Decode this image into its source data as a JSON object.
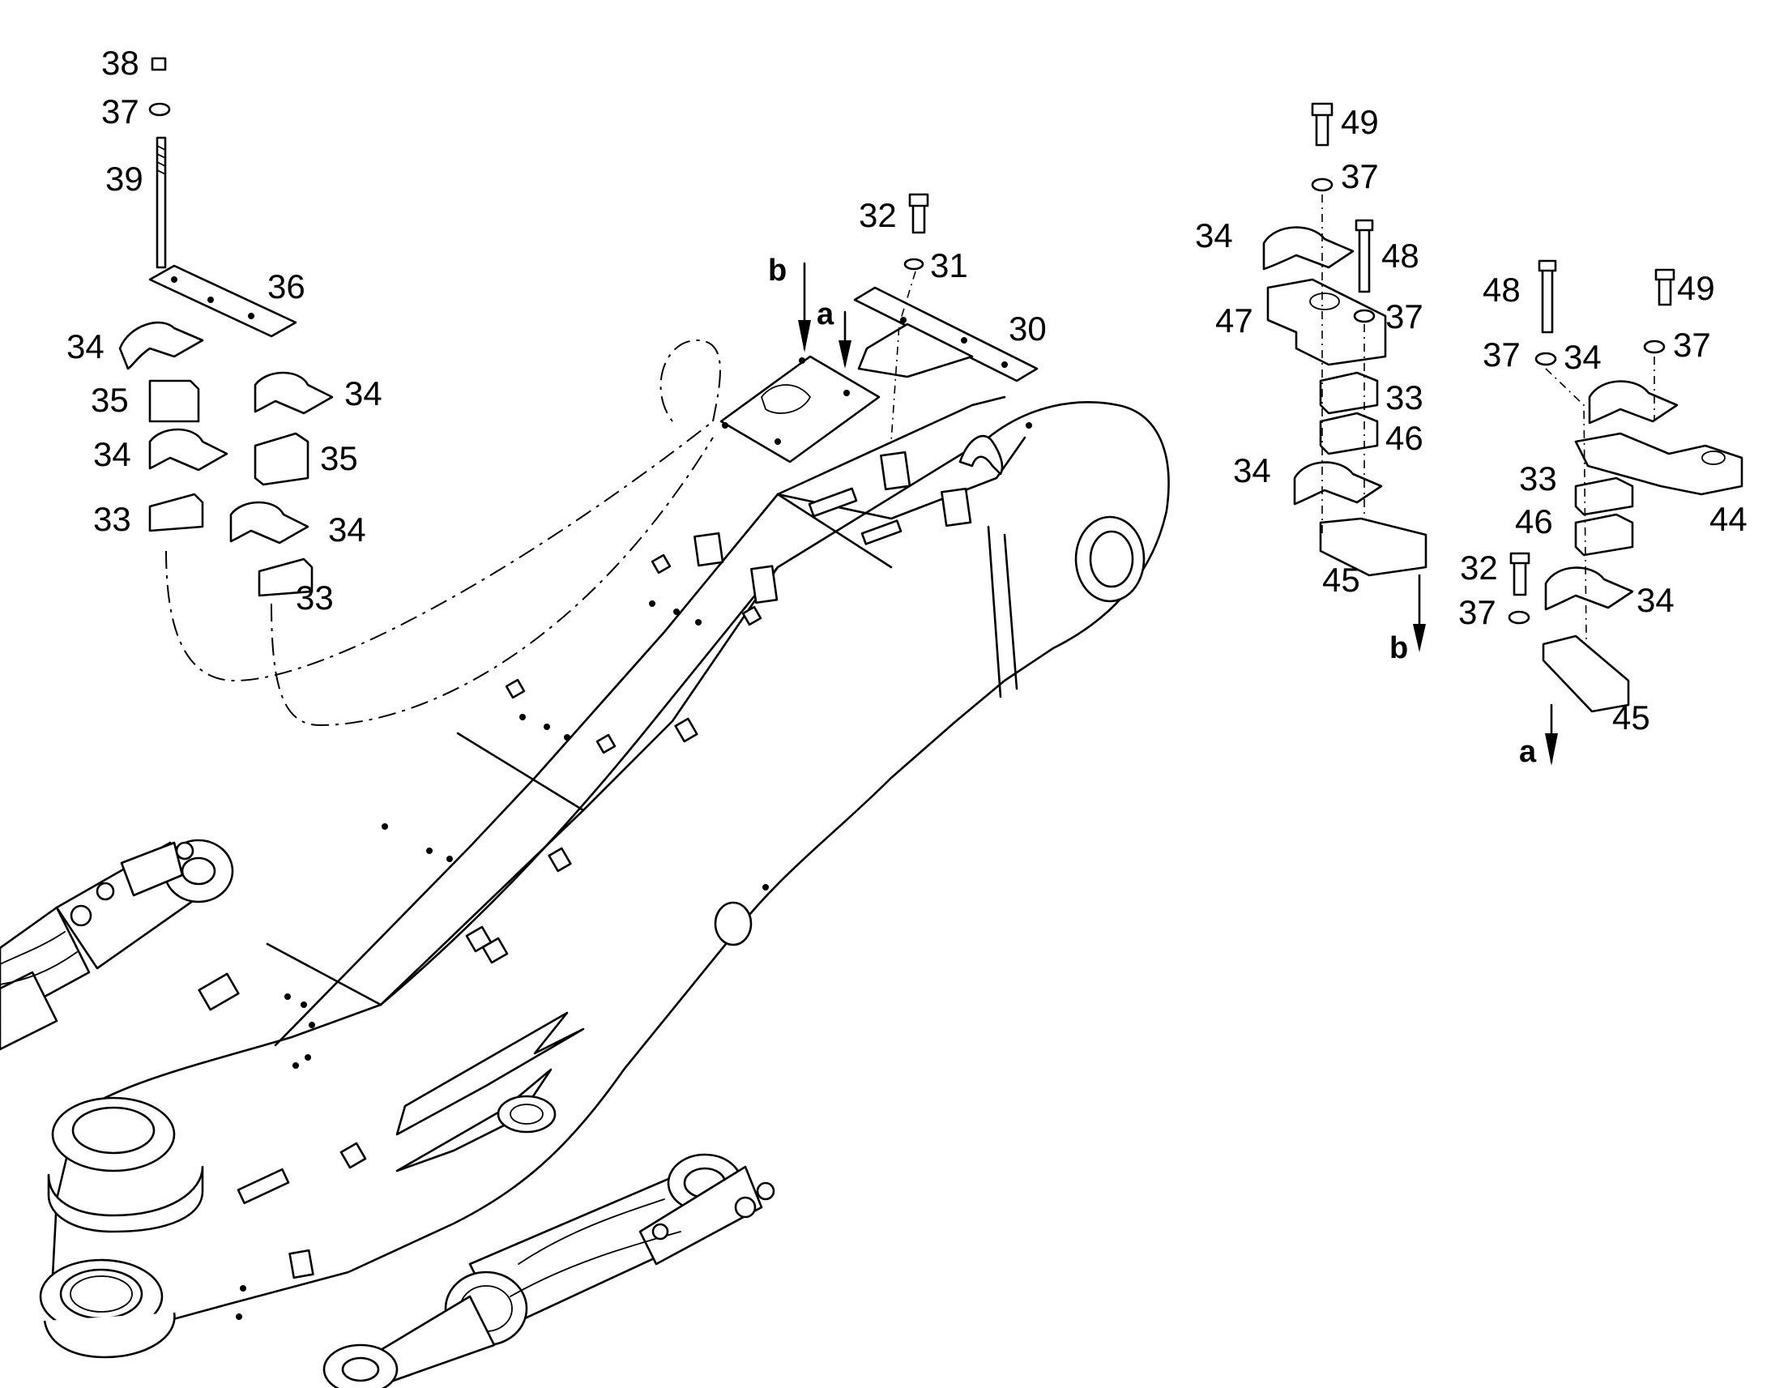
{
  "diagram": {
    "callouts": [
      {
        "id": "c38",
        "text": "38"
      },
      {
        "id": "c37a",
        "text": "37"
      },
      {
        "id": "c39",
        "text": "39"
      },
      {
        "id": "c36",
        "text": "36"
      },
      {
        "id": "c34a",
        "text": "34"
      },
      {
        "id": "c35a",
        "text": "35"
      },
      {
        "id": "c34b",
        "text": "34"
      },
      {
        "id": "c34c",
        "text": "34"
      },
      {
        "id": "c35b",
        "text": "35"
      },
      {
        "id": "c33a",
        "text": "33"
      },
      {
        "id": "c34d",
        "text": "34"
      },
      {
        "id": "c33b",
        "text": "33"
      },
      {
        "id": "c32a",
        "text": "32"
      },
      {
        "id": "c31",
        "text": "31"
      },
      {
        "id": "c30",
        "text": "30"
      },
      {
        "id": "c49a",
        "text": "49"
      },
      {
        "id": "c37b",
        "text": "37"
      },
      {
        "id": "c34e",
        "text": "34"
      },
      {
        "id": "c48a",
        "text": "48"
      },
      {
        "id": "c47",
        "text": "47"
      },
      {
        "id": "c37c",
        "text": "37"
      },
      {
        "id": "c33c",
        "text": "33"
      },
      {
        "id": "c46a",
        "text": "46"
      },
      {
        "id": "c34f",
        "text": "34"
      },
      {
        "id": "c45a",
        "text": "45"
      },
      {
        "id": "c48b",
        "text": "48"
      },
      {
        "id": "c49b",
        "text": "49"
      },
      {
        "id": "c37d",
        "text": "37"
      },
      {
        "id": "c34g",
        "text": "34"
      },
      {
        "id": "c37e",
        "text": "37"
      },
      {
        "id": "c33d",
        "text": "33"
      },
      {
        "id": "c44",
        "text": "44"
      },
      {
        "id": "c46b",
        "text": "46"
      },
      {
        "id": "c32b",
        "text": "32"
      },
      {
        "id": "c34h",
        "text": "34"
      },
      {
        "id": "c37f",
        "text": "37"
      },
      {
        "id": "c45b",
        "text": "45"
      }
    ],
    "arrow_letters": [
      {
        "id": "ab1",
        "text": "b"
      },
      {
        "id": "aa1",
        "text": "a"
      },
      {
        "id": "ab2",
        "text": "b"
      },
      {
        "id": "aa2",
        "text": "a"
      }
    ]
  }
}
